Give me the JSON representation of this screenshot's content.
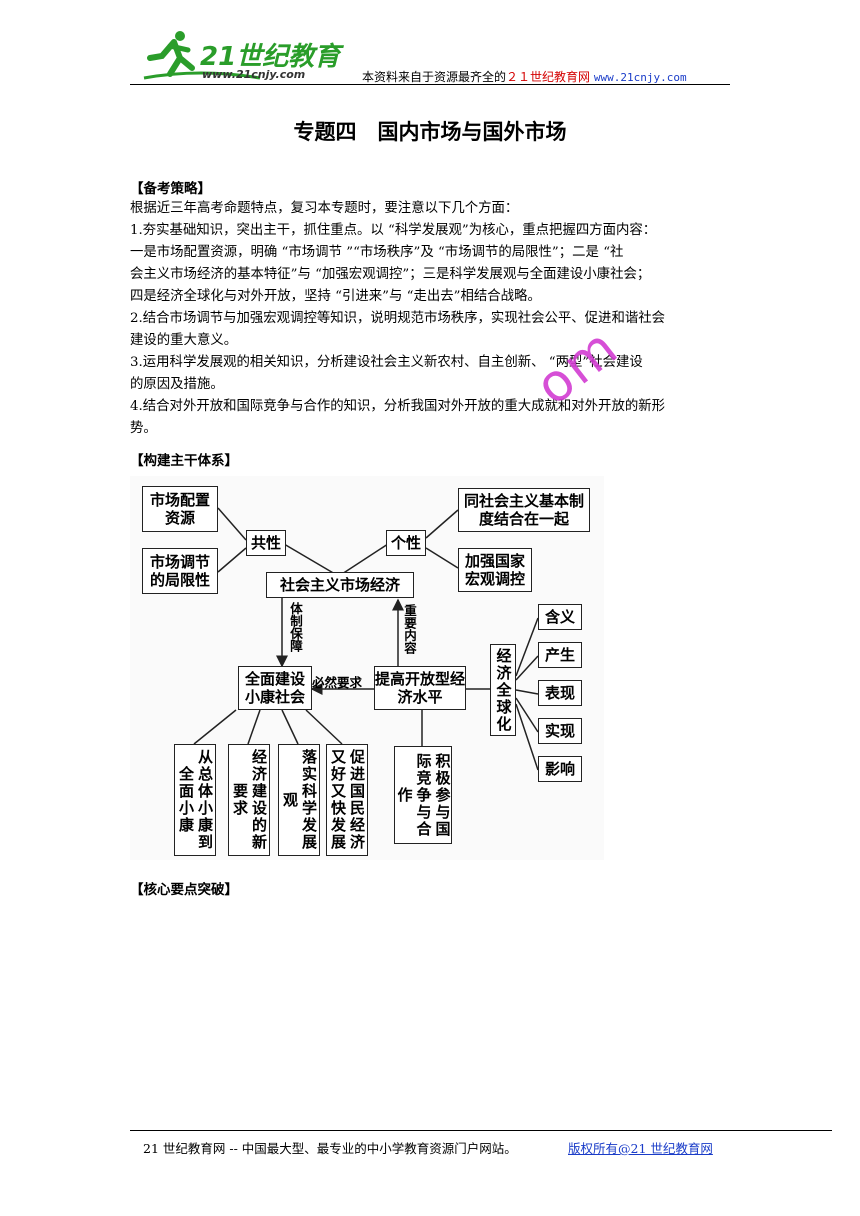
{
  "header": {
    "logo_text": "21世纪教育",
    "logo_url": "www.21cnjy.com",
    "note_prefix": "本资料来自于资源最齐全的",
    "note_site": "２１世纪教育网",
    "note_url": "www.21cnjy.com"
  },
  "title": "专题四　国内市场与国外市场",
  "section1": {
    "heading": "【备考策略】",
    "lines": [
      "根据近三年高考命题特点，复习本专题时，要注意以下几个方面：",
      "1.夯实基础知识，突出主干，抓住重点。以 “科学发展观”为核心，重点把握四方面内容：",
      "一是市场配置资源，明确 “市场调节 ”“市场秩序”及 “市场调节的局限性”；二是 “社",
      "会主义市场经济的基本特征”与 “加强宏观调控”；三是科学发展观与全面建设小康社会；",
      "四是经济全球化与对外开放，坚持 “引进来”与 “走出去”相结合战略。",
      "2.结合市场调节与加强宏观调控等知识，说明规范市场秩序，实现社会公平、促进和谐社会",
      "建设的重大意义。",
      "3.运用科学发展观的相关知识，分析建设社会主义新农村、自主创新、 “两型”社会建设",
      "的原因及措施。",
      "4.结合对外开放和国际竞争与合作的知识，分析我国对外开放的重大成就和对外开放的新形",
      "势。"
    ]
  },
  "section2": {
    "heading": "【构建主干体系】"
  },
  "section3": {
    "heading": "【核心要点突破】"
  },
  "watermark": "om",
  "diagram": {
    "market_allocation": "市场配置资源",
    "market_limits": "市场调节的局限性",
    "commonality": "共性",
    "individuality": "个性",
    "combined_with_system": "同社会主义基本制度结合在一起",
    "macro_control": "加强国家宏观调控",
    "socialist_market_economy": "社会主义市场经济",
    "label_system_guarantee": "体制保障",
    "label_important_content": "重要内容",
    "xiaokang": "全面建设小康社会",
    "label_necessary": "必然要求",
    "opening_up": "提高开放型经济水平",
    "globalization": "经济全球化",
    "glob_items": [
      "含义",
      "产生",
      "表现",
      "实现",
      "影响"
    ],
    "bottom_items": [
      "从总体小康到全面小康",
      "经济建设的新要求",
      "落实科学发展观",
      "促进国民经济又好又快发展"
    ],
    "intl_competition": "积极参与国际竞争与合作"
  },
  "footer": {
    "left": "21 世纪教育网 -- 中国最大型、最专业的中小学教育资源门户网站。",
    "right": "版权所有@21 世纪教育网"
  }
}
